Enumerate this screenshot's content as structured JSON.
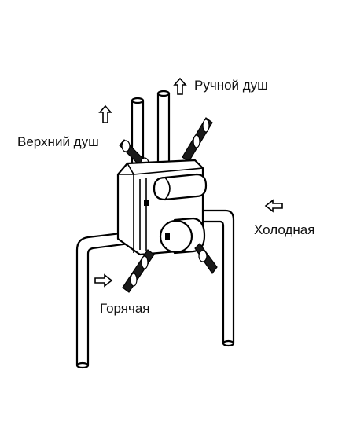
{
  "labels": {
    "hand_shower": "Ручной душ",
    "overhead_shower": "Верхний душ",
    "cold": "Холодная",
    "hot": "Горячая"
  },
  "colors": {
    "stroke": "#000000",
    "background": "#ffffff"
  }
}
